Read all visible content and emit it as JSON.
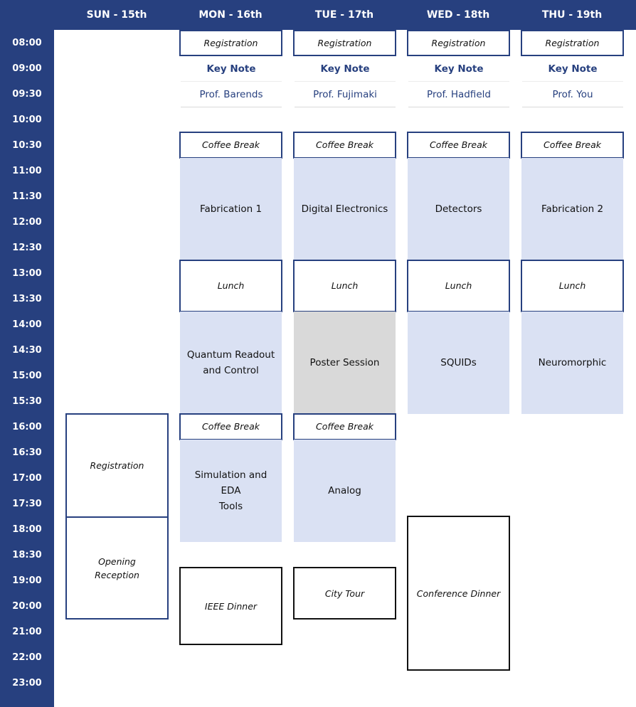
{
  "days": [
    {
      "key": "sun",
      "label": "SUN - 15th"
    },
    {
      "key": "mon",
      "label": "MON - 16th"
    },
    {
      "key": "tue",
      "label": "TUE - 17th"
    },
    {
      "key": "wed",
      "label": "WED - 18th"
    },
    {
      "key": "thu",
      "label": "THU - 19th"
    }
  ],
  "times": [
    "08:00",
    "09:00",
    "09:30",
    "10:00",
    "10:30",
    "11:00",
    "11:30",
    "12:00",
    "12:30",
    "13:00",
    "13:30",
    "14:00",
    "14:30",
    "15:00",
    "15:30",
    "16:00",
    "16:30",
    "17:00",
    "17:30",
    "18:00",
    "18:30",
    "19:00",
    "20:00",
    "21:00",
    "22:00",
    "23:00"
  ],
  "events": {
    "sun": {
      "registration": "Registration",
      "opening_reception": "Opening\nReception"
    },
    "mon": {
      "registration": "Registration",
      "keynote": "Key Note",
      "speaker": "Prof. Barends",
      "coffee1": "Coffee Break",
      "session1": "Fabrication 1",
      "lunch": "Lunch",
      "session2": "Quantum Readout\nand Control",
      "coffee2": "Coffee Break",
      "session3": "Simulation and EDA\nTools",
      "dinner": "IEEE Dinner"
    },
    "tue": {
      "registration": "Registration",
      "keynote": "Key Note",
      "speaker": "Prof. Fujimaki",
      "coffee1": "Coffee Break",
      "session1": "Digital Electronics",
      "lunch": "Lunch",
      "session2": "Poster Session",
      "coffee2": "Coffee Break",
      "session3": "Analog",
      "social": "City Tour"
    },
    "wed": {
      "registration": "Registration",
      "keynote": "Key Note",
      "speaker": "Prof. Hadfield",
      "coffee1": "Coffee Break",
      "session1": "Detectors",
      "lunch": "Lunch",
      "session2": "SQUIDs",
      "dinner": "Conference Dinner"
    },
    "thu": {
      "registration": "Registration",
      "keynote": "Key Note",
      "speaker": "Prof. You",
      "coffee1": "Coffee Break",
      "session1": "Fabrication 2",
      "lunch": "Lunch",
      "session2": "Neuromorphic"
    }
  },
  "colors": {
    "header": "#27407f",
    "session": "#dae1f3",
    "poster": "#d9d9d9"
  }
}
